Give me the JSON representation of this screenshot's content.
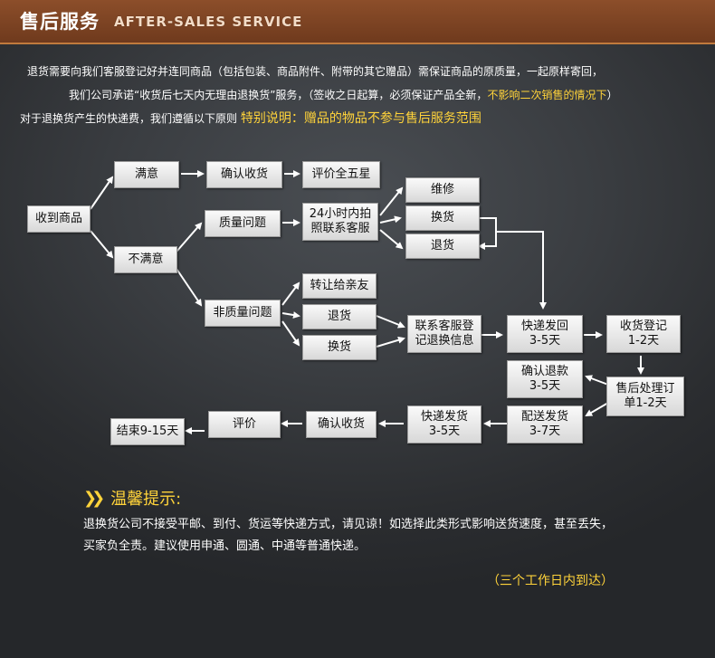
{
  "header": {
    "title_cn": "售后服务",
    "title_en": "AFTER-SALES SERVICE"
  },
  "intro": {
    "line1": "退货需要向我们客服登记好并连同商品（包括包装、商品附件、附带的其它赠品）需保证商品的原质量，一起原样寄回，",
    "line2_a": "我们公司承诺“收货后七天内无理由退换货”服务，（签收之日起算，必须保证产品全新，",
    "line2_b": "不影响二次销售的情况下",
    "line2_c": "）",
    "line3_a": "对于退换货产生的快递费，我们遵循以下原则",
    "line3_b": "特别说明：赠品的物品不参与售后服务范围"
  },
  "flow": {
    "receive": "收到商品",
    "satisfied": "满意",
    "confirm_receipt_1": "确认收货",
    "five_star": "评价全五星",
    "dissatisfied": "不满意",
    "quality_issue": "质量问题",
    "photo_contact": "24小时内拍\n照联系客服",
    "repair": "维修",
    "exchange_1": "换货",
    "return_1": "退货",
    "non_quality_issue": "非质量问题",
    "transfer_friend": "转让给亲友",
    "return_2": "退货",
    "exchange_2": "换货",
    "contact_register": "联系客服登\n记退换信息",
    "express_return": "快递发回\n3-5天",
    "register_receipt": "收货登记\n1-2天",
    "confirm_refund": "确认退款\n3-5天",
    "after_sales_process": "售后处理订\n单1-2天",
    "delivery_send": "配送发货\n3-7天",
    "express_send": "快递发货\n3-5天",
    "confirm_receipt_2": "确认收货",
    "review": "评价",
    "end": "结束9-15天"
  },
  "tips": {
    "title": "温馨提示:",
    "line1": "退换货公司不接受平邮、到付、货运等快递方式，请见谅！如选择此类形式影响送货速度，甚至丢失，",
    "line2": "买家负全责。建议使用申通、圆通、中通等普通快递。",
    "footer": "（三个工作日内到达）"
  },
  "colors": {
    "header_bg": "#7d4423",
    "highlight": "#ffd33a",
    "box_bg": "#eaeaea"
  }
}
